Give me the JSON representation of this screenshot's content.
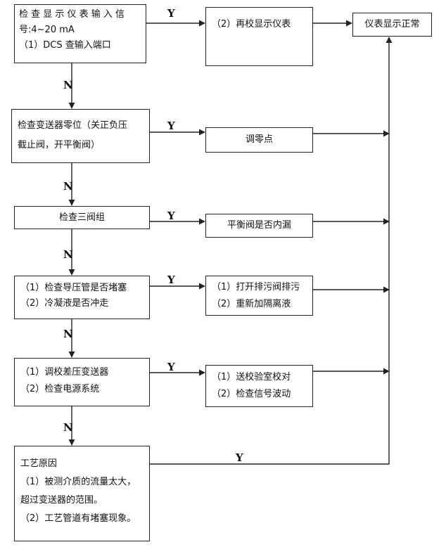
{
  "flow": {
    "check_signal": {
      "line1": "检 查 显 示 仪 表 输 入 信",
      "line2": "号:4~20 mA",
      "line3": "（1）DCS 查输入端口"
    },
    "recalibrate": {
      "text": "（2）再校显示仪表"
    },
    "normal": {
      "text": "仪表显示正常"
    },
    "check_zero": {
      "line1": "检查变送器零位（关正负压",
      "line2": "截止阀，开平衡阀）"
    },
    "adjust_zero": {
      "text": "调零点"
    },
    "check_three_valve": {
      "text": "检查三阀组"
    },
    "balance_leak": {
      "text": "平衡阀是否内漏"
    },
    "check_pipe": {
      "line1": "（1）检查导压管是否堵塞",
      "line2": "（2）冷凝液是否冲走"
    },
    "drain": {
      "line1": "（1）打开排污阀排污",
      "line2": "（2）重新加隔离液"
    },
    "calibrate": {
      "line1": "（1）调校差压变送器",
      "line2": "（2）检查电源系统"
    },
    "lab": {
      "line1": "（1）送校验室校对",
      "line2": "（2）检查信号波动"
    },
    "process": {
      "line1": "工艺原因",
      "line2": "（1）被测介质的流量太大，",
      "line3": "超过变送器的范围。",
      "line4": "（2）工艺管道有堵塞现象。"
    }
  },
  "labels": {
    "yes": "Y",
    "no": "N"
  }
}
